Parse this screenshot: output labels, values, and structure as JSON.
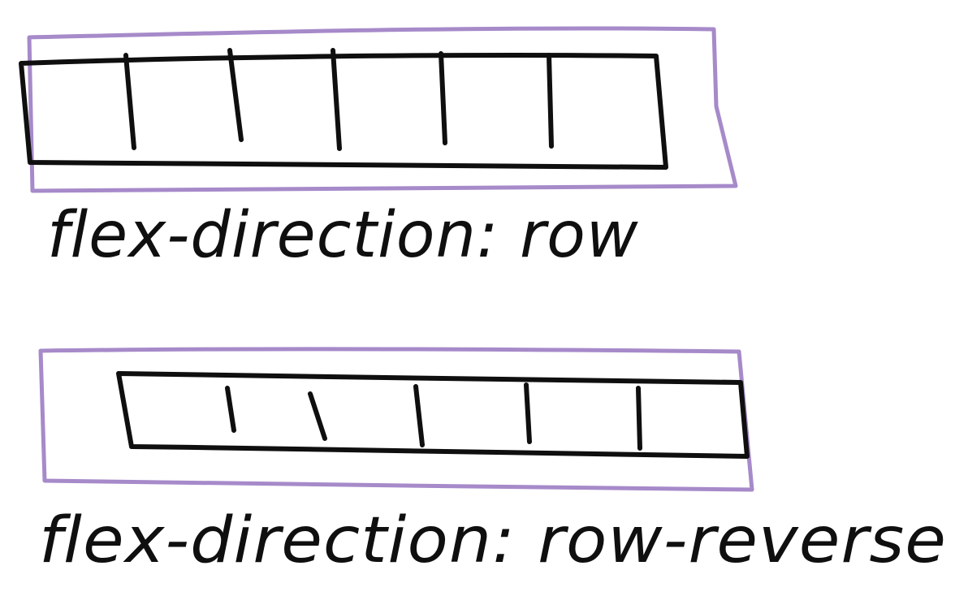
{
  "colors": {
    "background": "#ffffff",
    "ink": "#0f0f0f",
    "container": "#a68ac9"
  },
  "diagrams": [
    {
      "id": "row",
      "label": "flex-direction: row",
      "item_count": 6,
      "alignment": "start"
    },
    {
      "id": "row-reverse",
      "label": "flex-direction: row-reverse",
      "item_count": 6,
      "alignment": "end"
    }
  ]
}
